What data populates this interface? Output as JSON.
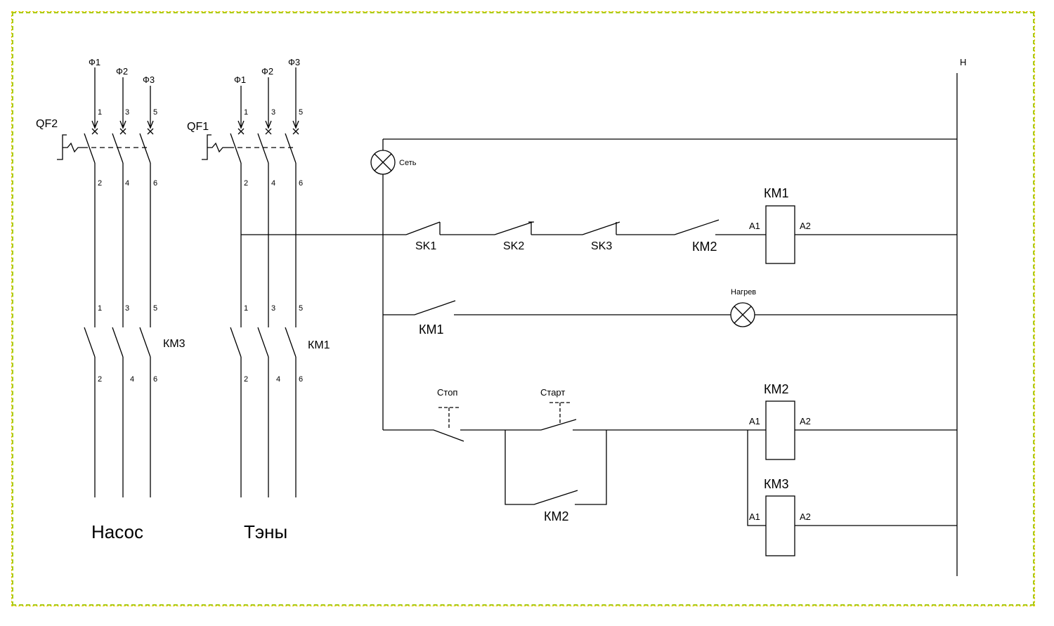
{
  "colors": {
    "frame_border": "#a8cc1c",
    "frame_border_alt": "#e9c800",
    "line": "#000000"
  },
  "neutral": "Н",
  "qf2": {
    "label": "QF2",
    "phases": [
      "Ф1",
      "Ф2",
      "Ф3"
    ],
    "in_pins": [
      "1",
      "3",
      "5"
    ],
    "out_pins": [
      "2",
      "4",
      "6"
    ]
  },
  "qf1": {
    "label": "QF1",
    "phases": [
      "Ф1",
      "Ф2",
      "Ф3"
    ],
    "in_pins": [
      "1",
      "3",
      "5"
    ],
    "out_pins": [
      "2",
      "4",
      "6"
    ]
  },
  "km3_power": {
    "label": "КМ3",
    "in_pins": [
      "1",
      "3",
      "5"
    ],
    "out_pins": [
      "2",
      "4",
      "6"
    ]
  },
  "km1_power": {
    "label": "КМ1",
    "in_pins": [
      "1",
      "3",
      "5"
    ],
    "out_pins": [
      "2",
      "4",
      "6"
    ]
  },
  "loads": {
    "pump": "Насос",
    "heaters": "Тэны"
  },
  "lamps": {
    "network": "Сеть",
    "heating": "Нагрев"
  },
  "rung1": {
    "contacts": [
      "SK1",
      "SK2",
      "SK3",
      "КМ2"
    ],
    "coil": {
      "label": "КМ1",
      "a1": "А1",
      "a2": "А2"
    }
  },
  "rung2": {
    "contact": "КМ1"
  },
  "rung3": {
    "stop": "Стоп",
    "start": "Старт",
    "hold": "КМ2",
    "coil_km2": {
      "label": "КМ2",
      "a1": "А1",
      "a2": "А2"
    },
    "coil_km3": {
      "label": "КМ3",
      "a1": "А1",
      "a2": "А2"
    }
  }
}
